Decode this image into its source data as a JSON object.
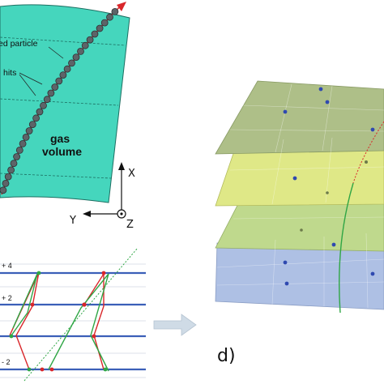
{
  "panel_a": {
    "particle_label": "ed particle",
    "hits_label": "hits",
    "gas_label_1": "gas",
    "gas_label_2": "volume",
    "axis_x": "X",
    "axis_y": "Y",
    "axis_z": "Z"
  },
  "panel_c": {
    "ticks": [
      "+ 4",
      "+ 2",
      "- 2"
    ]
  },
  "panel_d": {
    "label": "d)"
  },
  "colors": {
    "gas": "#45d6bd",
    "track": "#d9262a",
    "wire": "#3b5fb8",
    "green": "#2fa645",
    "layer_top": "#aebf88",
    "layer_yellow": "#dfe887",
    "layer_green": "#bfd98d",
    "layer_blue": "#aec0e4"
  }
}
